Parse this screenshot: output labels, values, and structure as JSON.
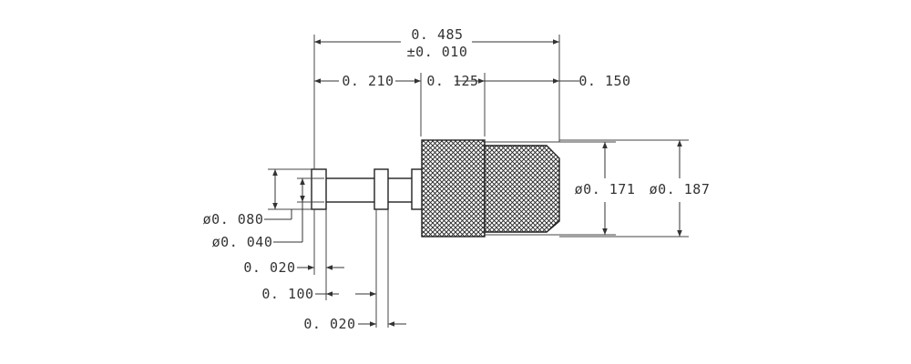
{
  "drawing": {
    "dimensions": {
      "overall_length": "0. 485",
      "overall_tolerance": "±0. 010",
      "len_0210": "0. 210",
      "len_0125": "0. 125",
      "len_0150": "0. 150",
      "dia_0171": "ø0. 171",
      "dia_0187": "ø0. 187",
      "dia_0080": "ø0. 080",
      "dia_0040": "ø0. 040",
      "flange_0020_a": "0. 020",
      "spacing_0100": "0. 100",
      "flange_0020_b": "0. 020"
    },
    "colors": {
      "ink": "#333333",
      "knurl": "#222222"
    }
  }
}
